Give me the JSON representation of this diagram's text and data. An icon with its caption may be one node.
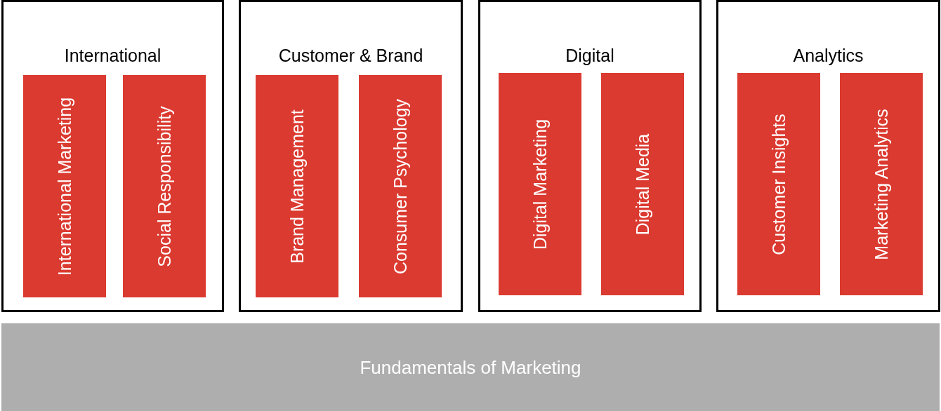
{
  "diagram": {
    "nodes": [
      {
        "text": [
          "International"
        ]
      },
      {
        "text": [
          "International Marketing"
        ],
        "in": 0
      },
      {
        "text": [
          "Social Responsibility"
        ],
        "in": 0
      },
      {
        "text": [
          "Customer & Brand"
        ]
      },
      {
        "text": [
          "Brand Management"
        ],
        "in": 3
      },
      {
        "text": [
          "Consumer Psychology"
        ],
        "in": 3
      },
      {
        "text": [
          "Digital"
        ]
      },
      {
        "text": [
          "Digital Marketing"
        ],
        "in": 6
      },
      {
        "text": [
          "Digital Media"
        ],
        "in": 6
      },
      {
        "text": [
          "Analytics"
        ]
      },
      {
        "text": [
          "Customer Insights"
        ],
        "in": 9
      },
      {
        "text": [
          "Marketing Analytics"
        ],
        "in": 9
      },
      {
        "text": [
          "Fundamentals of Marketing"
        ]
      }
    ]
  }
}
